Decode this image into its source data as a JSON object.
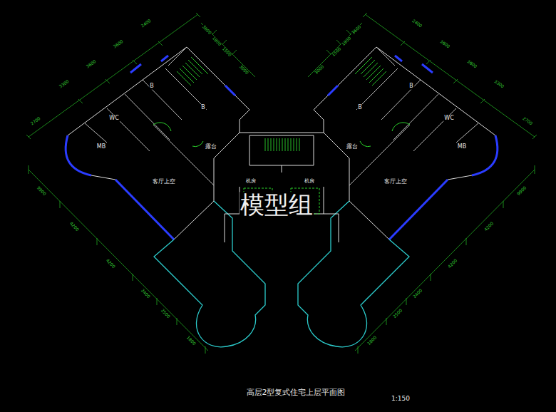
{
  "diagram": {
    "title": "高层2型复式住宅上层平面图",
    "labels": [
      "模型组",
      "1:150",
      "B",
      "B",
      "WC",
      "MB",
      "露台",
      "客厅上空",
      "机房",
      "机房",
      "客厅上空",
      "露台",
      "B",
      "B",
      "WC",
      "MB",
      "2400",
      "3600",
      "3600",
      "3300",
      "2700",
      "9900",
      "4200",
      "4200",
      "2400",
      "2500",
      "1800",
      "3600",
      "1800",
      "1500",
      "3000",
      "2400",
      "3600",
      "3600",
      "3300",
      "2700",
      "9900",
      "4200",
      "4200",
      "2400",
      "2500",
      "1800",
      "3600",
      "1800",
      "1500",
      "3000"
    ]
  }
}
